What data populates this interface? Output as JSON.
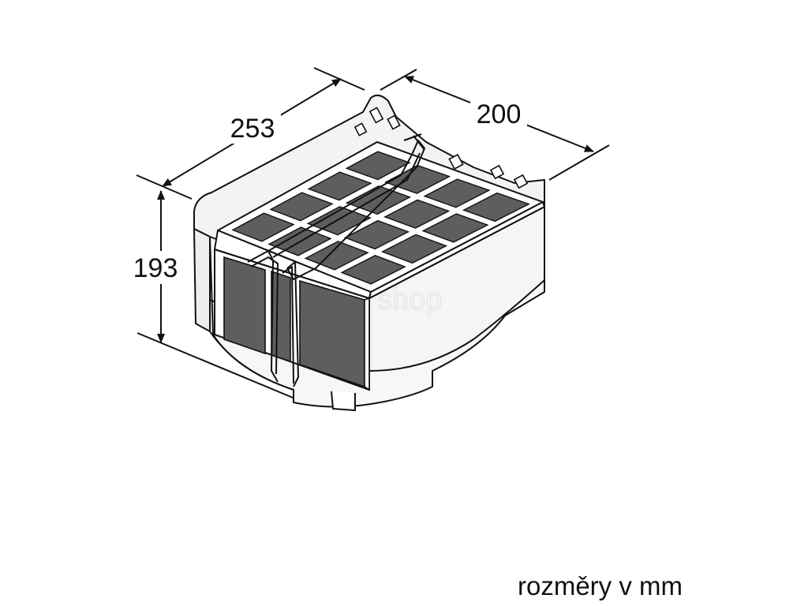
{
  "dimensions": {
    "width": "253",
    "depth": "200",
    "height": "193"
  },
  "units_note": "rozměry v mm",
  "watermark": "shop",
  "colors": {
    "line": "#111111",
    "filter_cell": "#5e5e5e",
    "housing_light": "#f3f3f3",
    "background": "#ffffff"
  }
}
